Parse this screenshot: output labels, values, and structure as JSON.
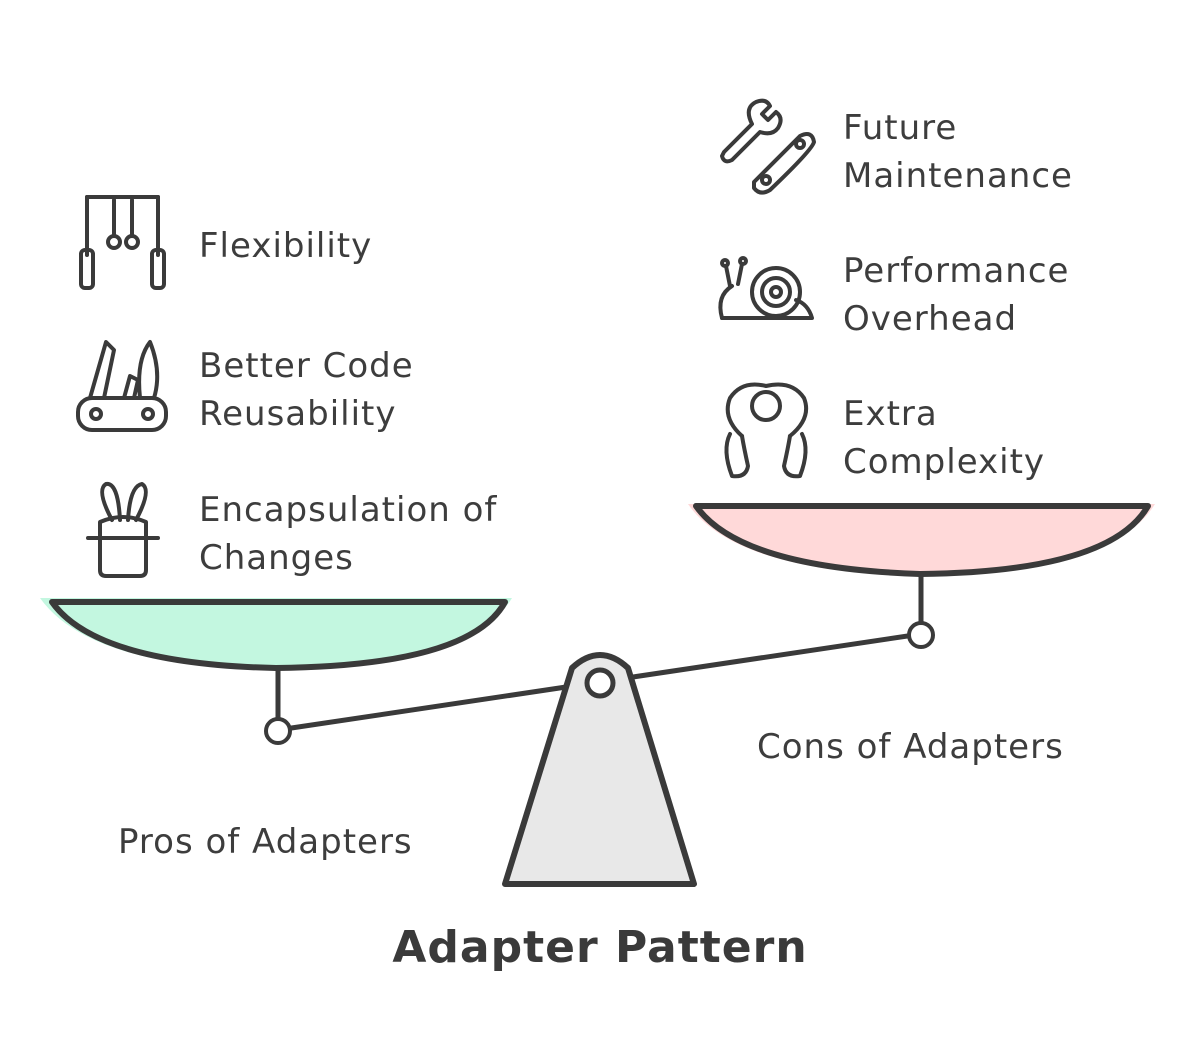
{
  "title": "Adapter Pattern",
  "pros": {
    "label": "Pros of Adapters",
    "color": "#c3f7e0",
    "items": [
      {
        "lines": [
          "Flexibility"
        ],
        "icon": "gymnastic-rings-icon"
      },
      {
        "lines": [
          "Better Code",
          "Reusability"
        ],
        "icon": "swiss-army-knife-icon"
      },
      {
        "lines": [
          "Encapsulation of",
          "Changes"
        ],
        "icon": "magic-hat-rabbit-icon"
      }
    ]
  },
  "cons": {
    "label": "Cons of Adapters",
    "color": "#ffd9d9",
    "items": [
      {
        "lines": [
          "Future",
          "Maintenance"
        ],
        "icon": "wrench-and-tool-icon"
      },
      {
        "lines": [
          "Performance",
          "Overhead"
        ],
        "icon": "snail-icon"
      },
      {
        "lines": [
          "Extra",
          "Complexity"
        ],
        "icon": "contortionist-icon"
      }
    ]
  },
  "colors": {
    "stroke": "#3a3a3a",
    "fulcrum": "#e8e8e8"
  }
}
